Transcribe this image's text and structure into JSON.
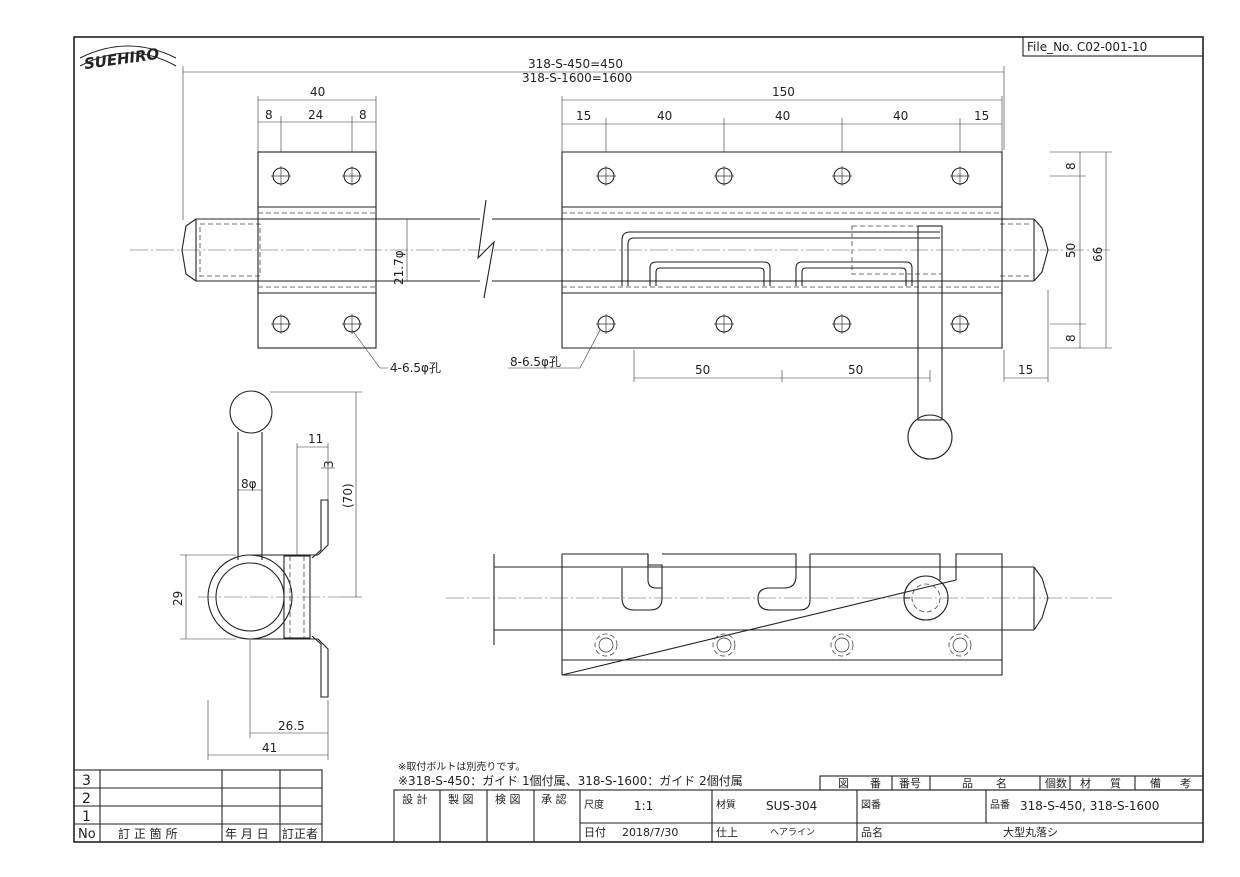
{
  "logo": {
    "text": "SUEHIRO"
  },
  "file_no": "File_No. C02-001-10",
  "dimensions": {
    "overall_450": "318-S-450=450",
    "overall_1600": "318-S-1600=1600",
    "left_width": "40",
    "left_8a": "8",
    "left_24": "24",
    "left_8b": "8",
    "right_150": "150",
    "right_15a": "15",
    "right_40a": "40",
    "right_40b": "40",
    "right_40c": "40",
    "right_15b": "15",
    "rod_dia": "21.7φ",
    "v_8a": "8",
    "v_50": "50",
    "v_66": "66",
    "v_8b": "8",
    "holes_left": "4-6.5φ孔",
    "holes_right": "8-6.5φ孔",
    "bottom_50a": "50",
    "bottom_50b": "50",
    "bottom_15": "15",
    "side_11": "11",
    "side_3": "3",
    "side_8": "8φ",
    "side_70": "(70)",
    "side_29": "29",
    "side_26_5": "26.5",
    "side_41": "41"
  },
  "notes": [
    "※取付ボルトは別売りです。",
    "※318-S-450：ガイド 1個付属、318-S-1600：ガイド 2個付属"
  ],
  "revision": {
    "rows": [
      "3",
      "2",
      "1"
    ],
    "headers": [
      "No",
      "訂 正 箇 所",
      "年 月 日",
      "訂正者"
    ]
  },
  "parts_header": [
    "図",
    "番",
    "番号",
    "品",
    "名",
    "個数",
    "材",
    "質",
    "備",
    "考"
  ],
  "title_block": {
    "roles": [
      "設 計",
      "製 図",
      "検 図",
      "承 認"
    ],
    "scale_label": "尺度",
    "scale_value": "1:1",
    "date_label": "日付",
    "date_value": "2018/7/30",
    "material_label": "材質",
    "material_value": "SUS-304",
    "finish_label": "仕上",
    "finish_value": "ヘアライン",
    "drawing_no_label": "図番",
    "name_label": "品名",
    "part_no_label": "品番",
    "part_no_value": "318-S-450, 318-S-1600",
    "product_name": "大型丸落シ"
  }
}
